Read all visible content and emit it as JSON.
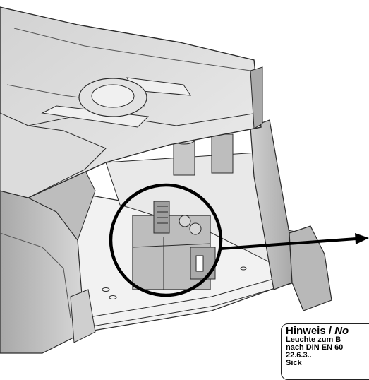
{
  "note": {
    "title_de": "Hinweis /",
    "title_partial": "No",
    "lines": [
      "Leuchte zum B",
      "nach DIN EN 60",
      "22.6.3..",
      "Sick"
    ]
  },
  "colors": {
    "housing_light": "#e4e4e4",
    "housing_mid": "#c9c9c9",
    "housing_dark": "#9a9a9a",
    "outline": "#2a2a2a",
    "callout": "#000000",
    "terminal": "#bdbdbd"
  }
}
